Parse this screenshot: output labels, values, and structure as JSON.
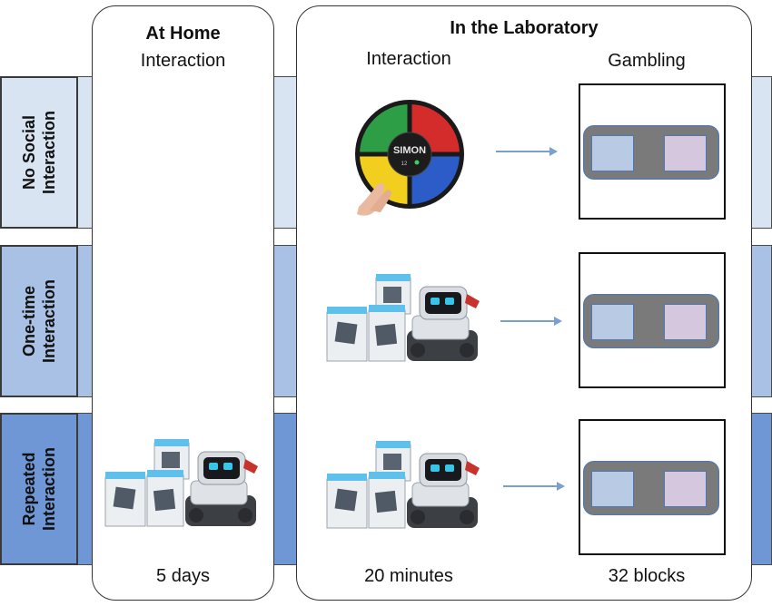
{
  "columns": {
    "home": {
      "title": "At Home",
      "subtitle": "Interaction",
      "footer": "5 days"
    },
    "lab": {
      "title": "In the Laboratory",
      "interaction_subtitle": "Interaction",
      "gambling_subtitle": "Gambling",
      "interaction_footer": "20 minutes",
      "gambling_footer": "32 blocks"
    }
  },
  "rows": [
    {
      "label": "No Social\nInteraction",
      "color": "#d9e4f3"
    },
    {
      "label": "One-time\nInteraction",
      "color": "#a9c1e4"
    },
    {
      "label": "Repeated\nInteraction",
      "color": "#6f97d6"
    }
  ],
  "images": {
    "simon_game": "simon-toy-image",
    "cozmo_robot": "cozmo-robot-image"
  },
  "colors": {
    "arrow": "#7aa0cf",
    "option_blue": "#b9cbe4",
    "option_purple": "#d4c7de",
    "tray": "#7a7a7a"
  }
}
